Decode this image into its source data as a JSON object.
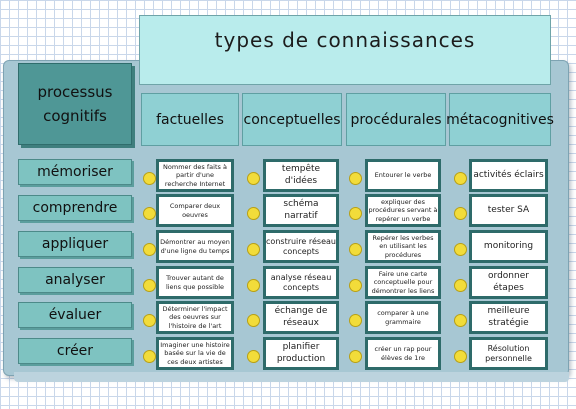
{
  "title": "types  de  connaissances",
  "corner": {
    "line1": "processus",
    "line2": "cognitifs"
  },
  "columns": [
    "factuelles",
    "conceptuelles",
    "procédurales",
    "métacognitives"
  ],
  "rows": [
    "mémoriser",
    "comprendre",
    "appliquer",
    "analyser",
    "évaluer",
    "créer"
  ],
  "cells": [
    [
      "Nommer des faits à partir d'une recherche Internet",
      "tempête d'idées",
      "Entourer le verbe",
      "activités éclairs"
    ],
    [
      "Comparer deux oeuvres",
      "schéma narratif",
      "expliquer des procédures servant à repérer un verbe",
      "tester SA"
    ],
    [
      "Démontrer au moyen d'une ligne du temps",
      "construire réseau concepts",
      "Repérer les verbes en utilisant les procédures",
      "monitoring"
    ],
    [
      "Trouver autant de liens que possible",
      "analyse réseau concepts",
      "Faire une carte conceptuelle pour démontrer les liens",
      "ordonner étapes"
    ],
    [
      "Déterminer l'impact des oeuvres sur l'histoire de l'art",
      "échange de réseaux",
      "comparer à une grammaire",
      "meilleure stratégie"
    ],
    [
      "Imaginer une histoire basée sur la vie de ces deux artistes",
      "planifier production",
      "créer un rap pour élèves de 1re",
      "Résolution personnelle"
    ]
  ],
  "colors": {
    "header_teal": "#4f9796",
    "title_bg": "#b9ecec",
    "cell_border": "#2e6b6a",
    "dot_yellow": "#f2dc3a"
  }
}
